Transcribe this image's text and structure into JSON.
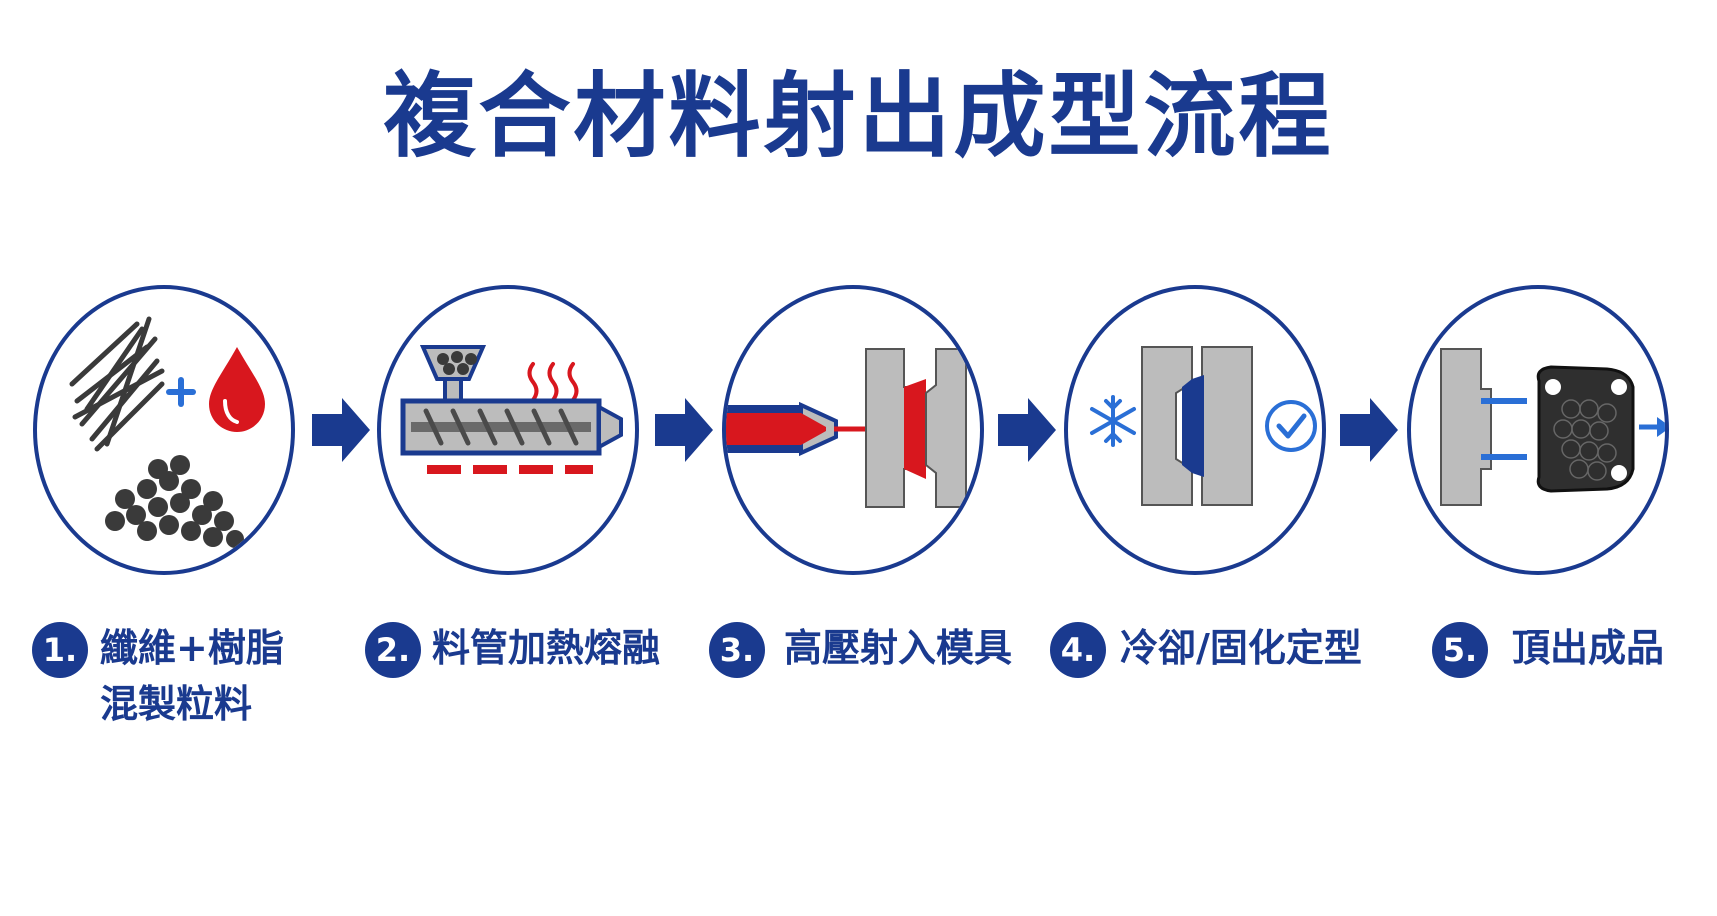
{
  "title": "複合材料射出成型流程",
  "colors": {
    "primary": "#1a3a8f",
    "accent_red": "#d8171e",
    "gray": "#bcbcbc",
    "dark": "#3a3a3a",
    "light_blue": "#2a6fd6"
  },
  "steps": [
    {
      "number": "1.",
      "label_line1": "纖維+樹脂",
      "label_line2": "混製粒料",
      "icon": "fiber-resin-pellets-icon"
    },
    {
      "number": "2.",
      "label_line1": "料管加熱熔融",
      "icon": "heated-screw-barrel-icon"
    },
    {
      "number": "3.",
      "label_line1": "高壓射入模具",
      "icon": "injection-into-mold-icon"
    },
    {
      "number": "4.",
      "label_line1": "冷卻/固化定型",
      "icon": "cooling-solidify-icon"
    },
    {
      "number": "5.",
      "label_line1": "頂出成品",
      "icon": "eject-part-icon"
    }
  ],
  "connector_icon": "right-arrow-icon"
}
